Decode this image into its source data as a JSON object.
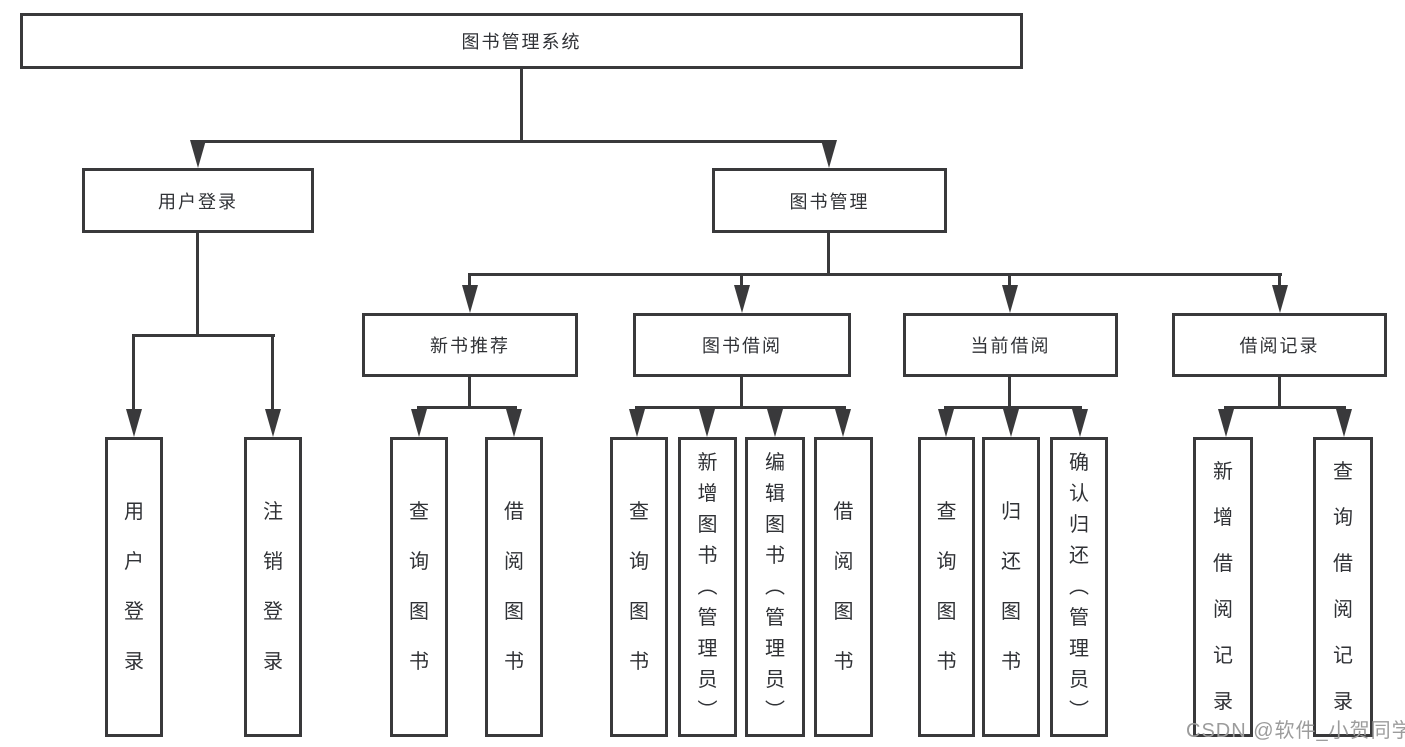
{
  "diagram": {
    "title": "图书管理系统",
    "branches": [
      {
        "label": "用户登录",
        "leaves": [
          "用户登录",
          "注销登录"
        ]
      },
      {
        "label": "图书管理",
        "groups": [
          {
            "label": "新书推荐",
            "leaves": [
              "查询图书",
              "借阅图书"
            ]
          },
          {
            "label": "图书借阅",
            "leaves": [
              "查询图书",
              "新增图书（管理员）",
              "编辑图书（管理员）",
              "借阅图书"
            ]
          },
          {
            "label": "当前借阅",
            "leaves": [
              "查询图书",
              "归还图书",
              "确认归还（管理员）"
            ]
          },
          {
            "label": "借阅记录",
            "leaves": [
              "新增借阅记录",
              "查询借阅记录"
            ]
          }
        ]
      }
    ]
  },
  "watermark": "CSDN @软件_小贺同学",
  "colors": {
    "line": "#39393b",
    "text": "#303236",
    "watermark": "#9c9c9c",
    "background": "#ffffff"
  }
}
